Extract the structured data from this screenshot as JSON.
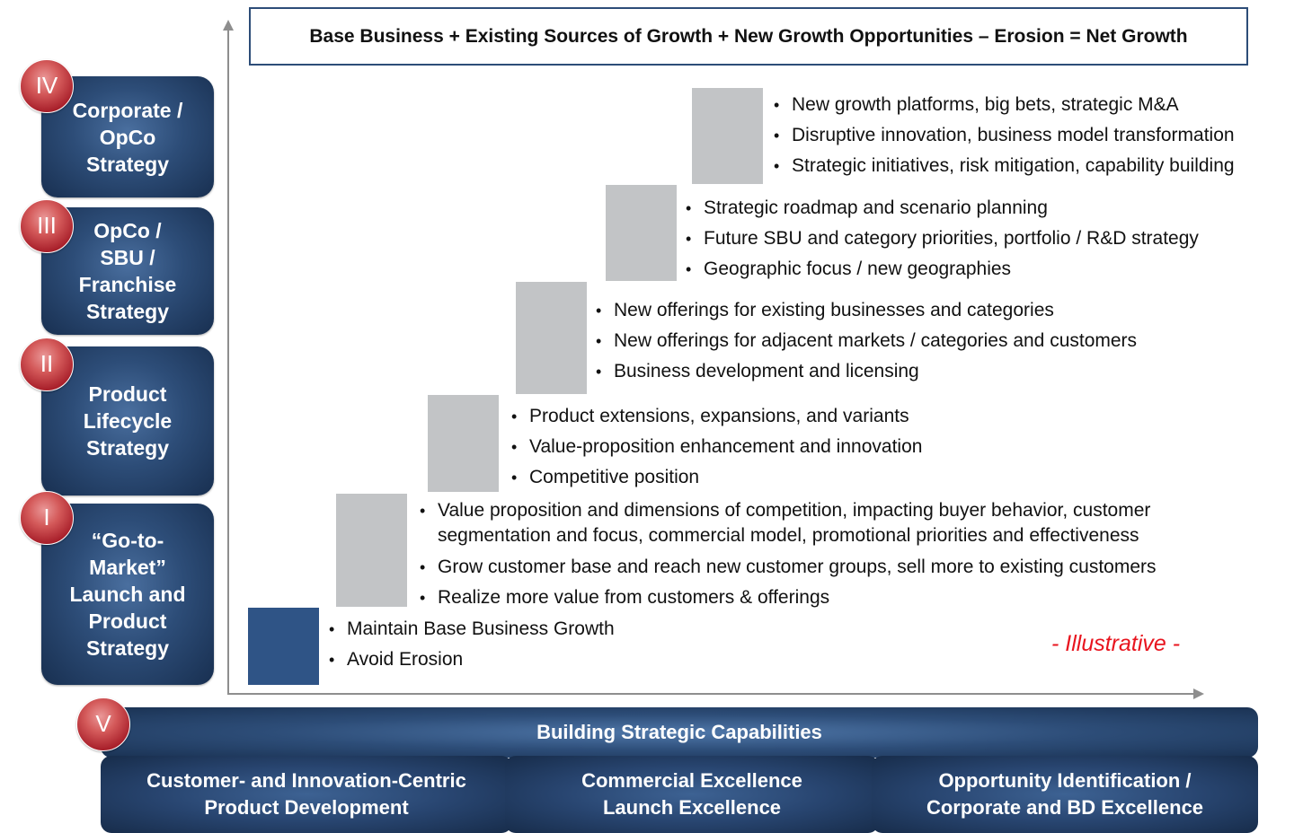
{
  "formula": "Base Business + Existing Sources of Growth + New Growth Opportunities  – Erosion = Net Growth",
  "levels": [
    {
      "numeral": "IV",
      "label": "Corporate /\nOpCo\nStrategy"
    },
    {
      "numeral": "III",
      "label": "OpCo /\nSBU /\nFranchise\nStrategy"
    },
    {
      "numeral": "II",
      "label": "Product\nLifecycle\nStrategy"
    },
    {
      "numeral": "I",
      "label": "“Go-to-\nMarket”\nLaunch and\nProduct\nStrategy"
    }
  ],
  "steps": [
    {
      "bullets": [
        "Maintain Base Business Growth",
        "Avoid Erosion"
      ]
    },
    {
      "bullets": [
        "Value proposition and dimensions of competition, impacting buyer behavior, customer segmentation and focus, commercial model, promotional priorities and effectiveness",
        "Grow customer base and reach new customer groups, sell more to existing customers",
        "Realize more value from customers & offerings"
      ]
    },
    {
      "bullets": [
        "Product extensions, expansions, and variants",
        "Value-proposition enhancement and innovation",
        "Competitive position"
      ]
    },
    {
      "bullets": [
        "New offerings for existing businesses and categories",
        "New offerings for adjacent markets / categories and customers",
        "Business development  and licensing"
      ]
    },
    {
      "bullets": [
        "Strategic roadmap and scenario planning",
        "Future SBU and category priorities, portfolio / R&D strategy",
        "Geographic focus / new geographies"
      ]
    },
    {
      "bullets": [
        "New growth platforms, big bets, strategic M&A",
        "Disruptive innovation, business model transformation",
        "Strategic initiatives, risk mitigation, capability building"
      ]
    }
  ],
  "illustrative": "- Illustrative -",
  "capabilities": {
    "numeral": "V",
    "title": "Building Strategic Capabilities",
    "items": [
      "Customer- and Innovation-Centric\nProduct Development",
      "Commercial  Excellence\nLaunch Excellence",
      "Opportunity Identification /\nCorporate and BD Excellence"
    ]
  },
  "colors": {
    "navy": "#2d4d78",
    "base_block": "#2f5486",
    "step_block": "#c2c4c6",
    "numeral_red": "#b8282f",
    "illustrative_red": "#e8141e"
  }
}
